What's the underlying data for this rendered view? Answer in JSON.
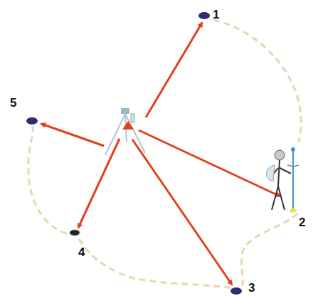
{
  "diagram": {
    "labels": [
      "1",
      "5",
      "2",
      "4",
      "3"
    ]
  }
}
